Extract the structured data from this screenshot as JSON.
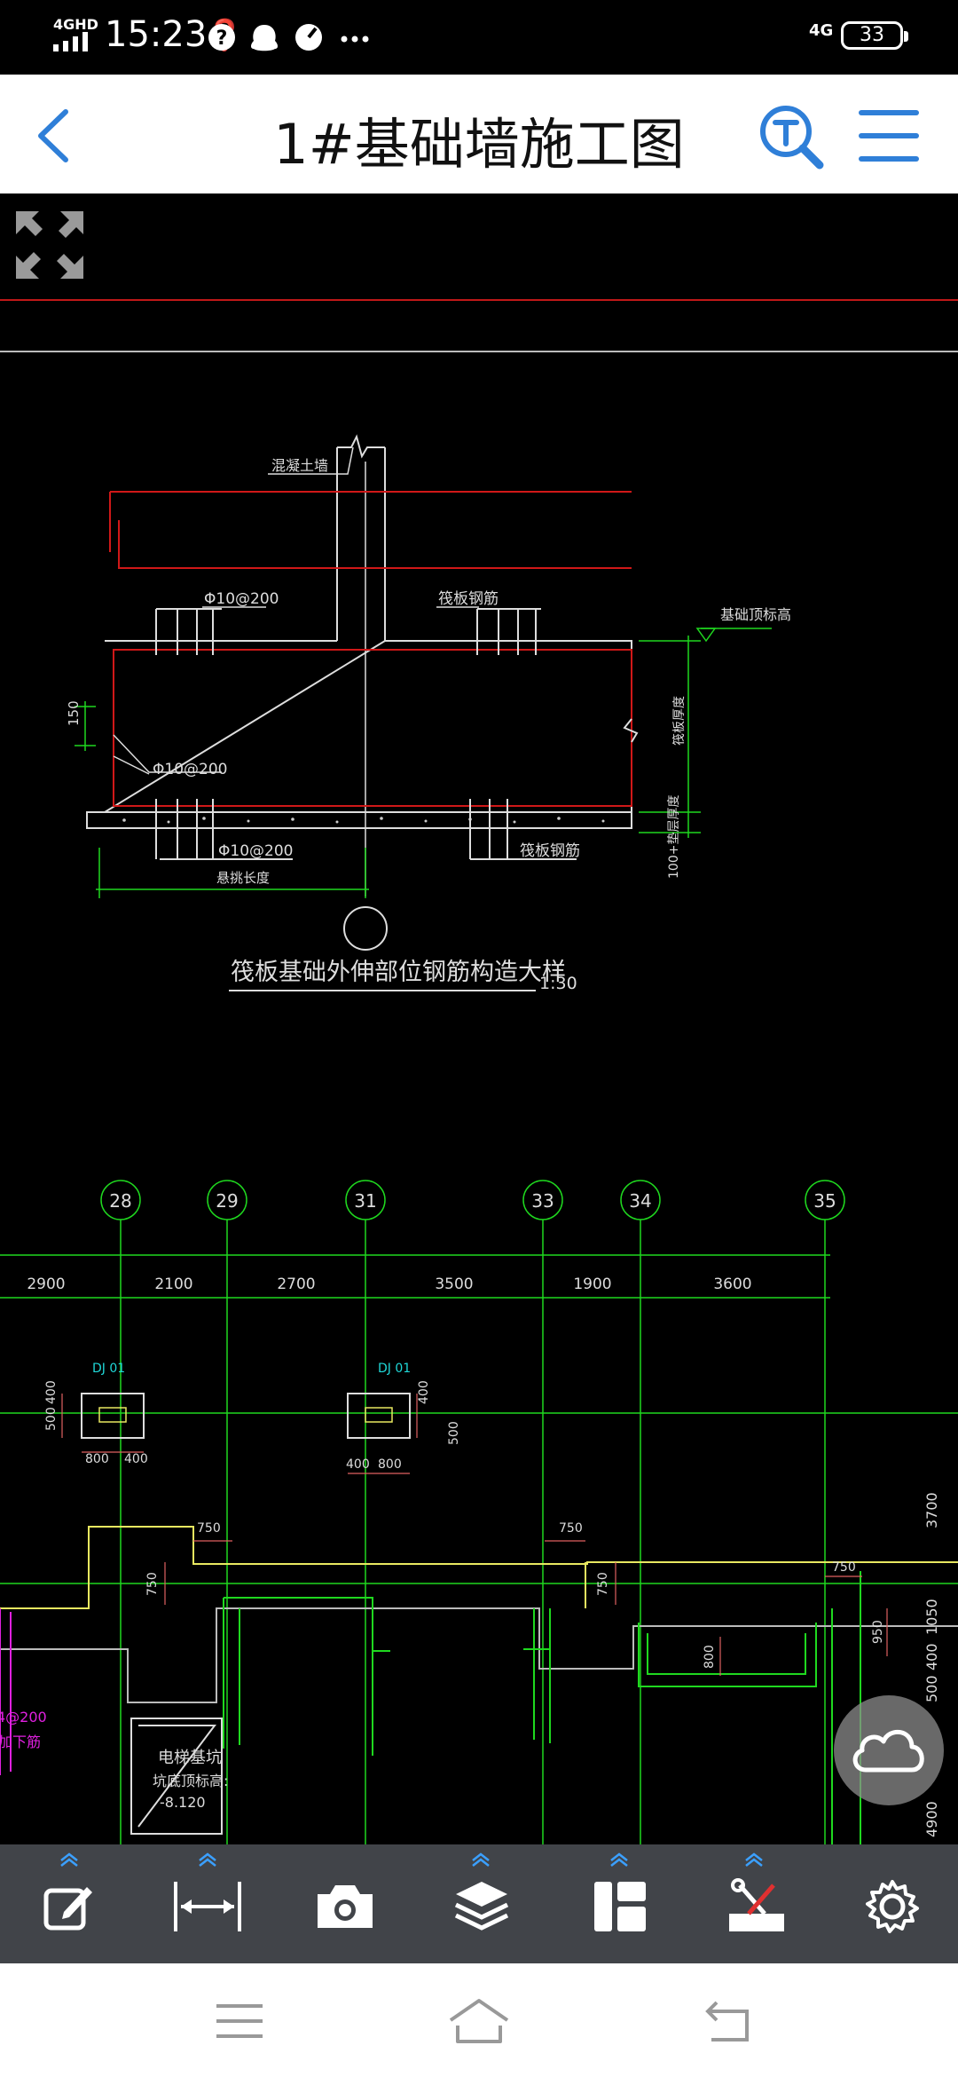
{
  "status": {
    "network": "4GHD",
    "time": "15:23",
    "icons": [
      "question-icon",
      "qq-penguin-icon",
      "speed-icon",
      "more-dots-icon"
    ],
    "signal_type": "4G",
    "battery": "33"
  },
  "header": {
    "title": "1#基础墙施工图"
  },
  "drawing": {
    "detail": {
      "title": "筏板基础外伸部位钢筋构造大样",
      "scale": "1:30",
      "label_concrete_wall": "混凝土墙",
      "label_rebar_top": "Φ10@200",
      "label_raft_rebar_top": "筏板钢筋",
      "label_base_elevation": "基础顶标高",
      "label_dim_150": "150",
      "label_rebar_mid": "Φ10@200",
      "label_raft_thickness": "筏板厚度",
      "label_rebar_bottom": "Φ10@200",
      "label_raft_rebar_bottom": "筏板钢筋",
      "label_extension": "悬挑长度",
      "label_cushion": "100+垫层厚度"
    },
    "grid_axes": [
      "28",
      "29",
      "31",
      "33",
      "34",
      "35"
    ],
    "spans": [
      "2900",
      "2100",
      "2700",
      "3500",
      "1900",
      "3600"
    ],
    "footings": [
      {
        "tag": "DJ 01",
        "dim_a": "400",
        "dim_b": "500",
        "dim_c": "800",
        "dim_d": "400"
      },
      {
        "tag": "DJ 01",
        "dim_a": "400",
        "dim_b": "500",
        "dim_c": "400",
        "dim_d": "800"
      }
    ],
    "wall_dims": [
      "750",
      "750",
      "750",
      "750",
      "750",
      "800",
      "950"
    ],
    "right_dims": [
      "3700",
      "1050",
      "400",
      "500",
      "4900"
    ],
    "pit": {
      "line1": "电梯基坑",
      "line2": "坑底顶标高:",
      "line3": "-8.120"
    },
    "left_fragments": [
      "4@200",
      "加下筋"
    ]
  },
  "toolbar": {
    "tools": [
      "edit-icon",
      "measure-icon",
      "camera-icon",
      "layers-icon",
      "layout-icon",
      "tools-icon",
      "settings-icon"
    ]
  },
  "navbar": {
    "items": [
      "menu-nav-icon",
      "home-nav-icon",
      "back-nav-icon"
    ]
  },
  "colors": {
    "cad_background": "#000000",
    "toolbar": "#414449",
    "accent": "#2f7fd8",
    "cad_green": "#1fd81f",
    "cad_red": "#d01818",
    "cad_yellow": "#e8e860",
    "cad_magenta": "#e020e0"
  }
}
